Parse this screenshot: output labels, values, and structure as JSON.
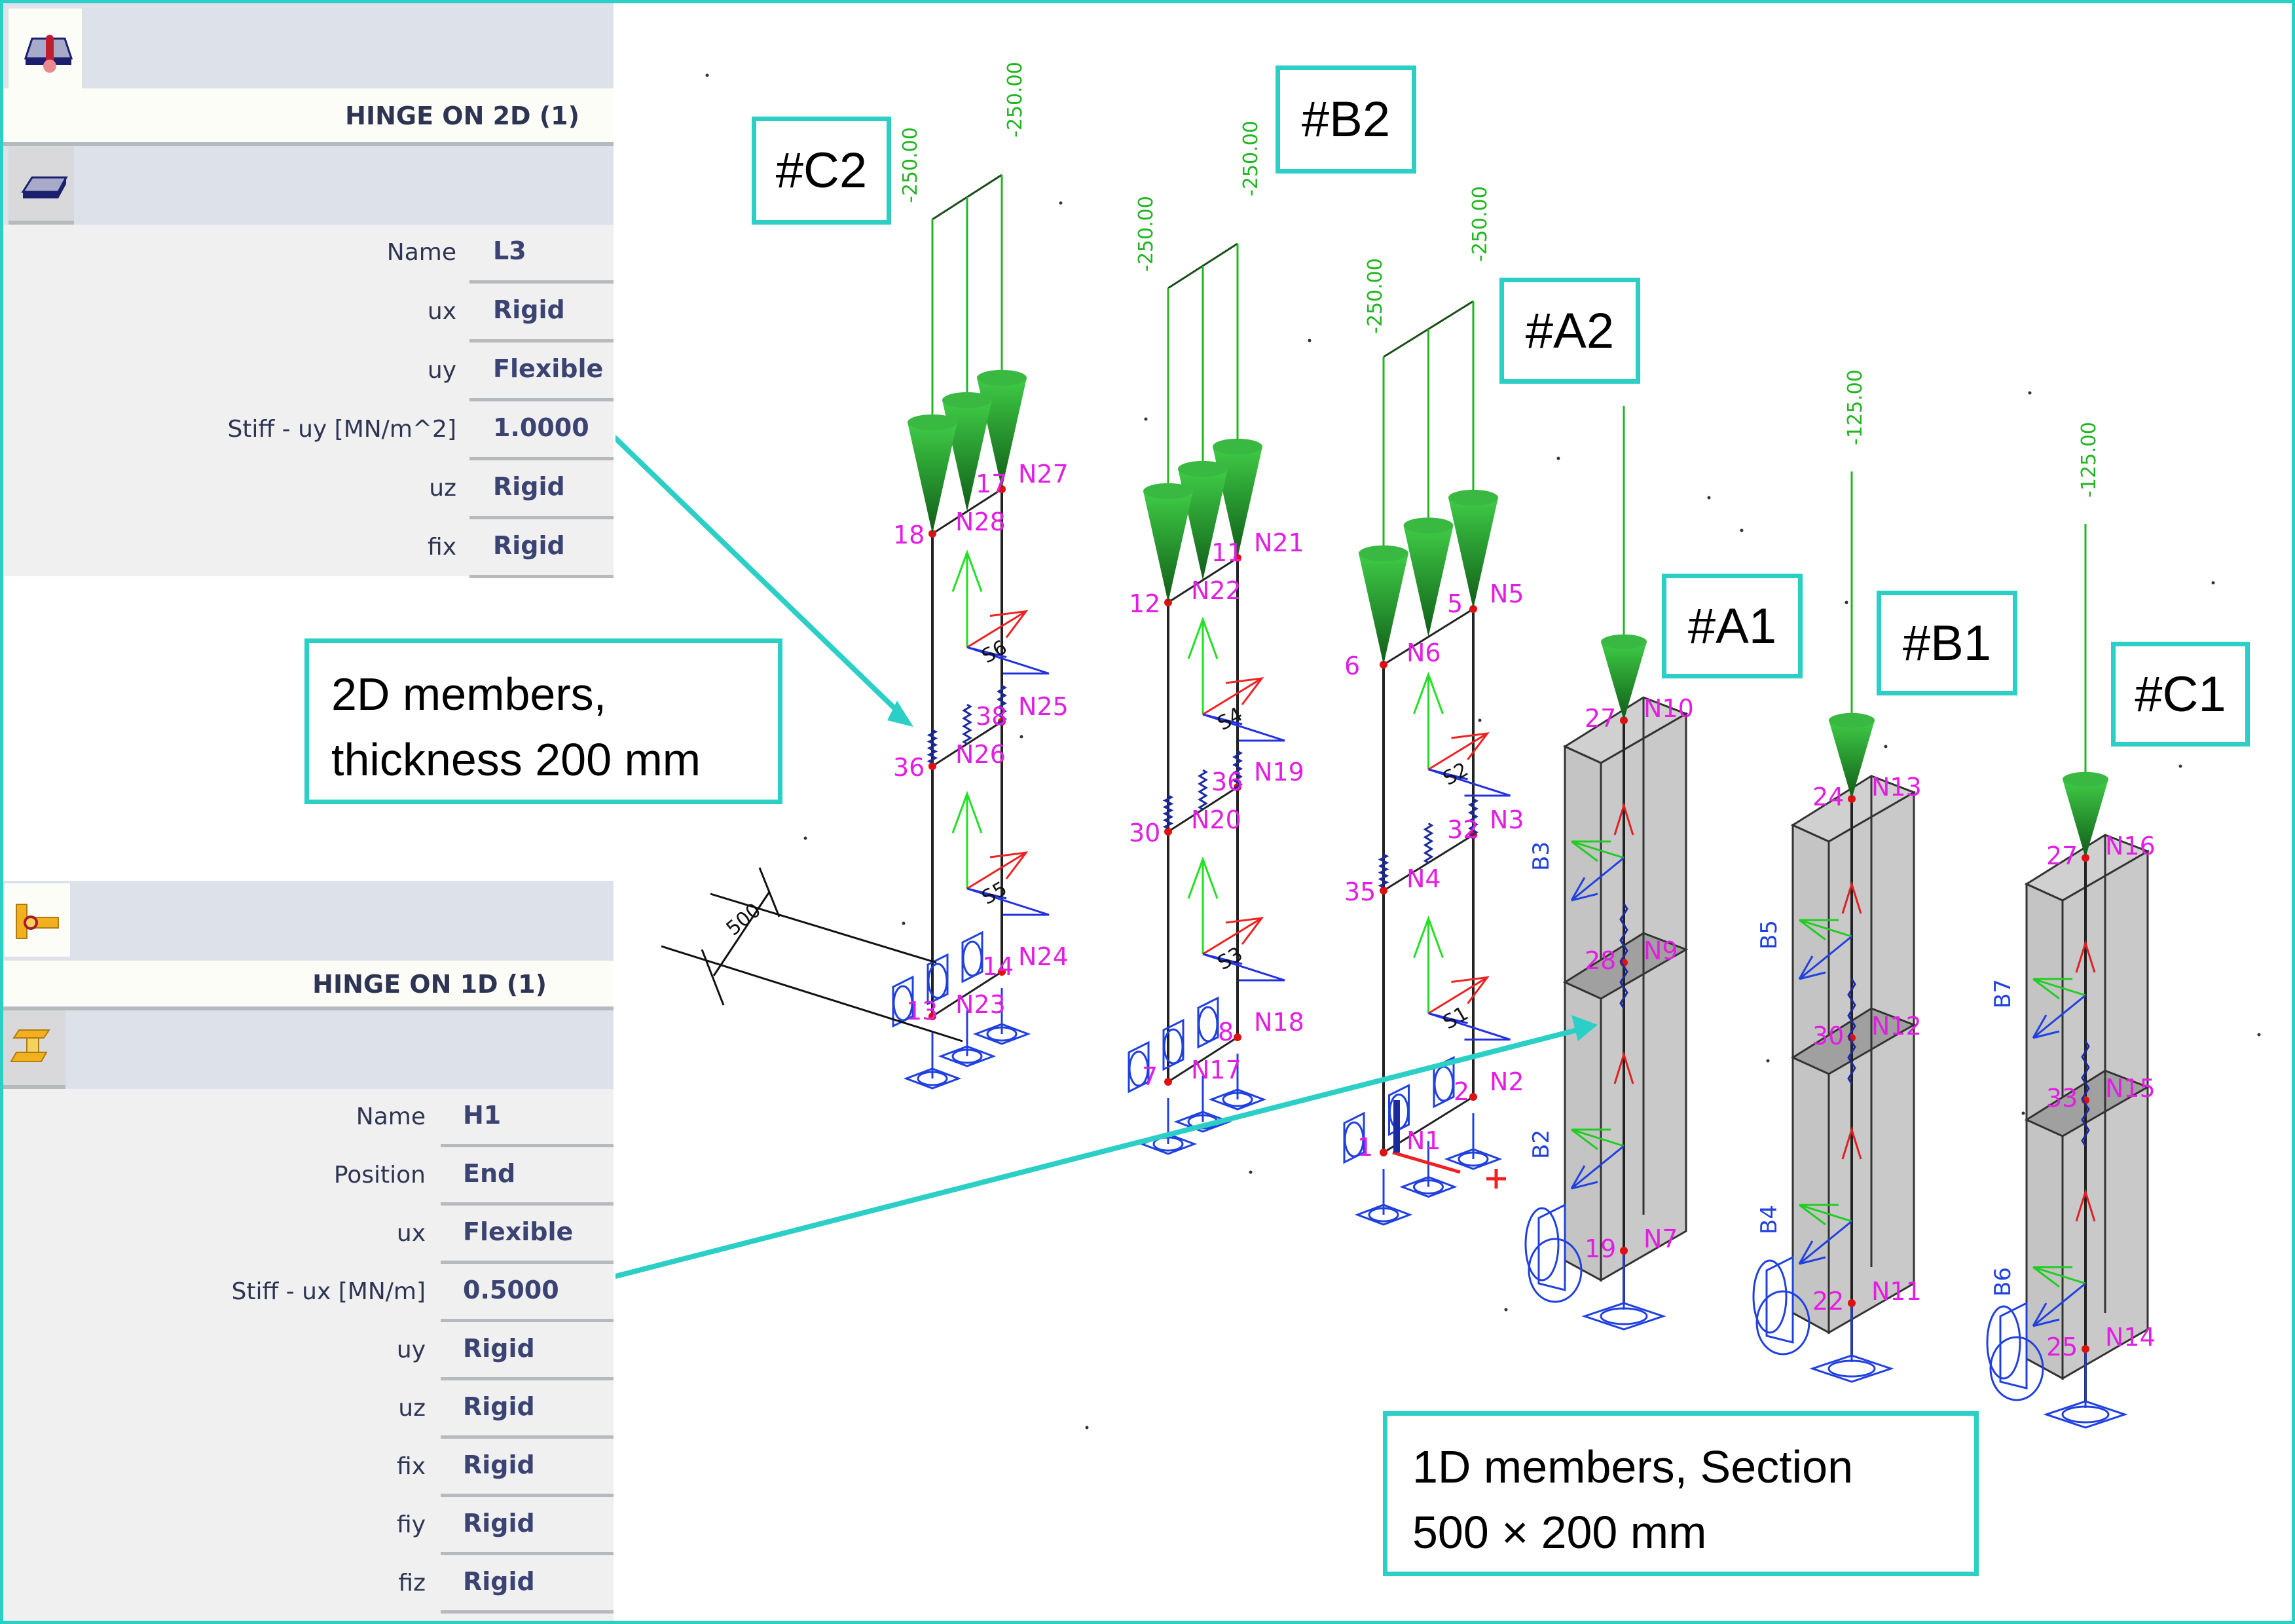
{
  "hinge_2d_panel": {
    "icon": "hinge-on-2d-icon",
    "title": "HINGE ON 2D (1)",
    "sub_icon": "2d-member-plate-icon",
    "properties": [
      {
        "label": "Name",
        "value": "L3"
      },
      {
        "label": "ux",
        "value": "Rigid"
      },
      {
        "label": "uy",
        "value": "Flexible"
      },
      {
        "label": "Stiff - uy [MN/m^2]",
        "value": "1.0000"
      },
      {
        "label": "uz",
        "value": "Rigid"
      },
      {
        "label": "fix",
        "value": "Rigid"
      }
    ]
  },
  "hinge_1d_panel": {
    "icon": "hinge-on-1d-icon",
    "title": "HINGE ON 1D (1)",
    "sub_icon": "1d-member-ibeam-icon",
    "properties": [
      {
        "label": "Name",
        "value": "H1"
      },
      {
        "label": "Position",
        "value": "End"
      },
      {
        "label": "ux",
        "value": "Flexible"
      },
      {
        "label": "Stiff - ux [MN/m]",
        "value": "0.5000"
      },
      {
        "label": "uy",
        "value": "Rigid"
      },
      {
        "label": "uz",
        "value": "Rigid"
      },
      {
        "label": "fix",
        "value": "Rigid"
      },
      {
        "label": "fiy",
        "value": "Rigid"
      },
      {
        "label": "fiz",
        "value": "Rigid"
      }
    ]
  },
  "callouts": {
    "c2": "#C2",
    "b2": "#B2",
    "a2": "#A2",
    "a1": "#A1",
    "b1": "#B1",
    "c1": "#C1",
    "members_2d": [
      "2D members,",
      "thickness 200 mm"
    ],
    "members_1d": [
      "1D members, Section",
      "500 × 200 mm"
    ]
  },
  "scene": {
    "dimension_label": "500",
    "load_labels_2d": [
      "-250.00",
      "-250.00"
    ],
    "load_labels_1d": "-125.00",
    "walls": [
      {
        "id": "C2",
        "nodes": {
          "top_left": "N28",
          "top_right": "N27",
          "mid_left": "N26",
          "mid_right": "N25",
          "bot_left": "N23",
          "bot_right": "N24"
        },
        "numbers": {
          "top_left": "18",
          "top_right": "17",
          "mid_left": "36",
          "mid_right": "38",
          "bot_left": "13",
          "bot_right": "14"
        },
        "slabs": [
          "S6",
          "S5"
        ],
        "slab_nums": [
          "6",
          "5"
        ]
      },
      {
        "id": "B2",
        "nodes": {
          "top_left": "N22",
          "top_right": "N21",
          "mid_left": "N20",
          "mid_right": "N19",
          "bot_left": "N17",
          "bot_right": "N18"
        },
        "numbers": {
          "top_left": "12",
          "top_right": "11",
          "mid_left": "30",
          "mid_right": "36",
          "bot_left": "7",
          "bot_right": "8"
        },
        "slabs": [
          "S4",
          "S3"
        ],
        "slab_nums": [
          "4",
          "3"
        ]
      },
      {
        "id": "A2",
        "nodes": {
          "top_left": "N6",
          "top_right": "N5",
          "mid_left": "N4",
          "mid_right": "N3",
          "bot_left": "N1",
          "bot_right": "N2"
        },
        "numbers": {
          "top_left": "6",
          "top_right": "5",
          "mid_left": "35",
          "mid_right": "32",
          "bot_left": "1",
          "bot_right": "2"
        },
        "slabs": [
          "S2",
          "S1"
        ],
        "slab_nums": [
          "2",
          "1"
        ]
      }
    ],
    "columns": [
      {
        "id": "A1",
        "top_node": "N10",
        "top_num": "27",
        "mid_node": "N9",
        "mid_num": "28",
        "bot_node": "N7",
        "bot_num": "19",
        "beams": [
          "B3",
          "B2"
        ]
      },
      {
        "id": "B1",
        "top_node": "N13",
        "top_num": "24",
        "mid_node": "N12",
        "mid_num": "30",
        "bot_node": "N11",
        "bot_num": "22",
        "beams": [
          "B5",
          "B4"
        ]
      },
      {
        "id": "C1",
        "top_node": "N16",
        "top_num": "27",
        "mid_node": "N15",
        "mid_num": "33",
        "bot_node": "N14",
        "bot_num": "25",
        "beams": [
          "B7",
          "B6"
        ]
      }
    ]
  },
  "colors": {
    "accent": "#2ccfc6",
    "load_green": "#22b522",
    "node_magenta": "#e21ee2",
    "support_blue": "#2040e0",
    "panel_text": "#2e3553"
  }
}
